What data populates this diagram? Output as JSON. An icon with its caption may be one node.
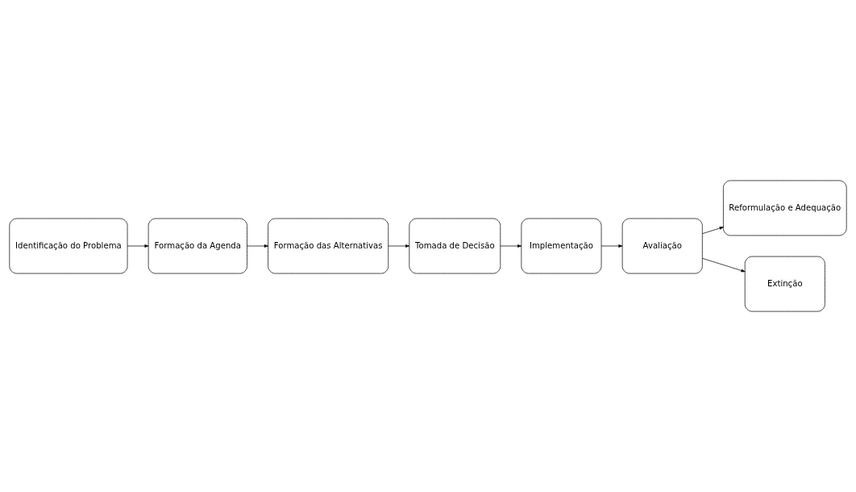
{
  "diagram": {
    "nodes": [
      {
        "text": [
          "Identificação do Problema"
        ]
      },
      {
        "text": [
          "Formação da Agenda"
        ]
      },
      {
        "text": [
          "Formação das Alternativas"
        ]
      },
      {
        "text": [
          "Tomada de Decisão"
        ]
      },
      {
        "text": [
          "Implementação"
        ]
      },
      {
        "text": [
          "Avaliação"
        ]
      },
      {
        "text": [
          "Reformulação e Adequação"
        ]
      },
      {
        "text": [
          "Extinção"
        ]
      }
    ],
    "edges": [
      {
        "from": 0,
        "to": 1,
        "arrow": "to"
      },
      {
        "from": 1,
        "to": 2,
        "arrow": "to"
      },
      {
        "from": 2,
        "to": 3,
        "arrow": "to"
      },
      {
        "from": 3,
        "to": 4,
        "arrow": "to"
      },
      {
        "from": 4,
        "to": 5,
        "arrow": "to"
      },
      {
        "from": 5,
        "to": 6,
        "arrow": "to"
      },
      {
        "from": 5,
        "to": 7,
        "arrow": "to"
      }
    ]
  }
}
